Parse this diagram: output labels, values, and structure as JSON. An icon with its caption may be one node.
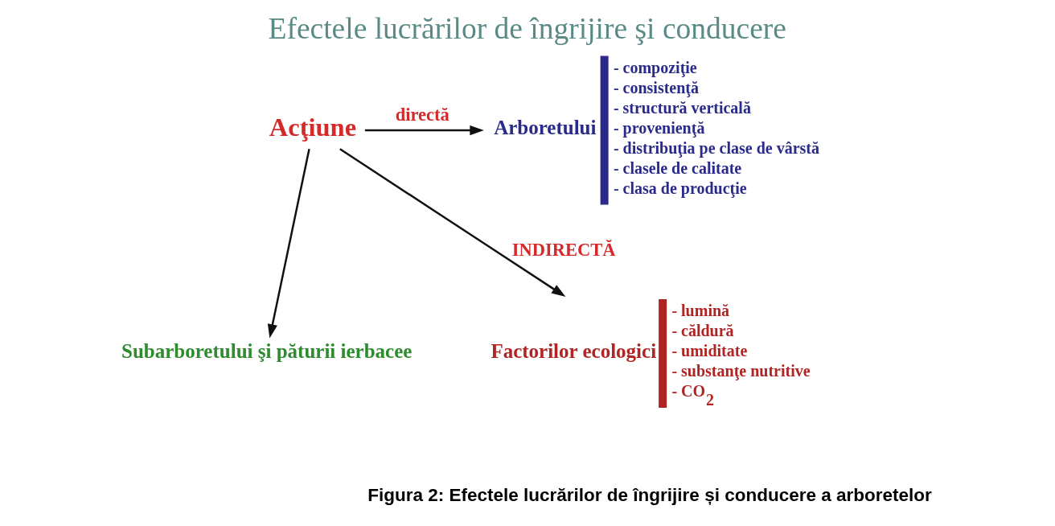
{
  "diagram": {
    "title": "Efectele lucrărilor de îngrijire şi conducere",
    "caption": "Figura 2: Efectele lucrărilor de îngrijire și conducere a arboretelor",
    "nodes": [
      {
        "text": [
          "Acţiune"
        ]
      },
      {
        "text": [
          "Arboretului"
        ],
        "beside": [
          "- compoziţie",
          "- consistenţă",
          "- structură verticală",
          "- provenienţă",
          "- distribuţia pe clase de vârstă",
          "- clasele de calitate",
          "- clasa de producţie"
        ]
      },
      {
        "text": [
          "Subarboretului şi păturii ierbacee"
        ]
      },
      {
        "text": [
          "Factorilor ecologici"
        ],
        "beside": [
          "- lumină",
          "- căldură",
          "- umiditate",
          "- substanţe nutritive",
          "- CO$_{2}$"
        ]
      }
    ],
    "edges": [
      {
        "from": 0,
        "to": 1,
        "arrow": "to",
        "label": "directă"
      },
      {
        "from": 0,
        "to": 2,
        "arrow": "to"
      },
      {
        "from": 0,
        "to": 3,
        "arrow": "to",
        "label": "INDIRECTĂ"
      }
    ]
  }
}
